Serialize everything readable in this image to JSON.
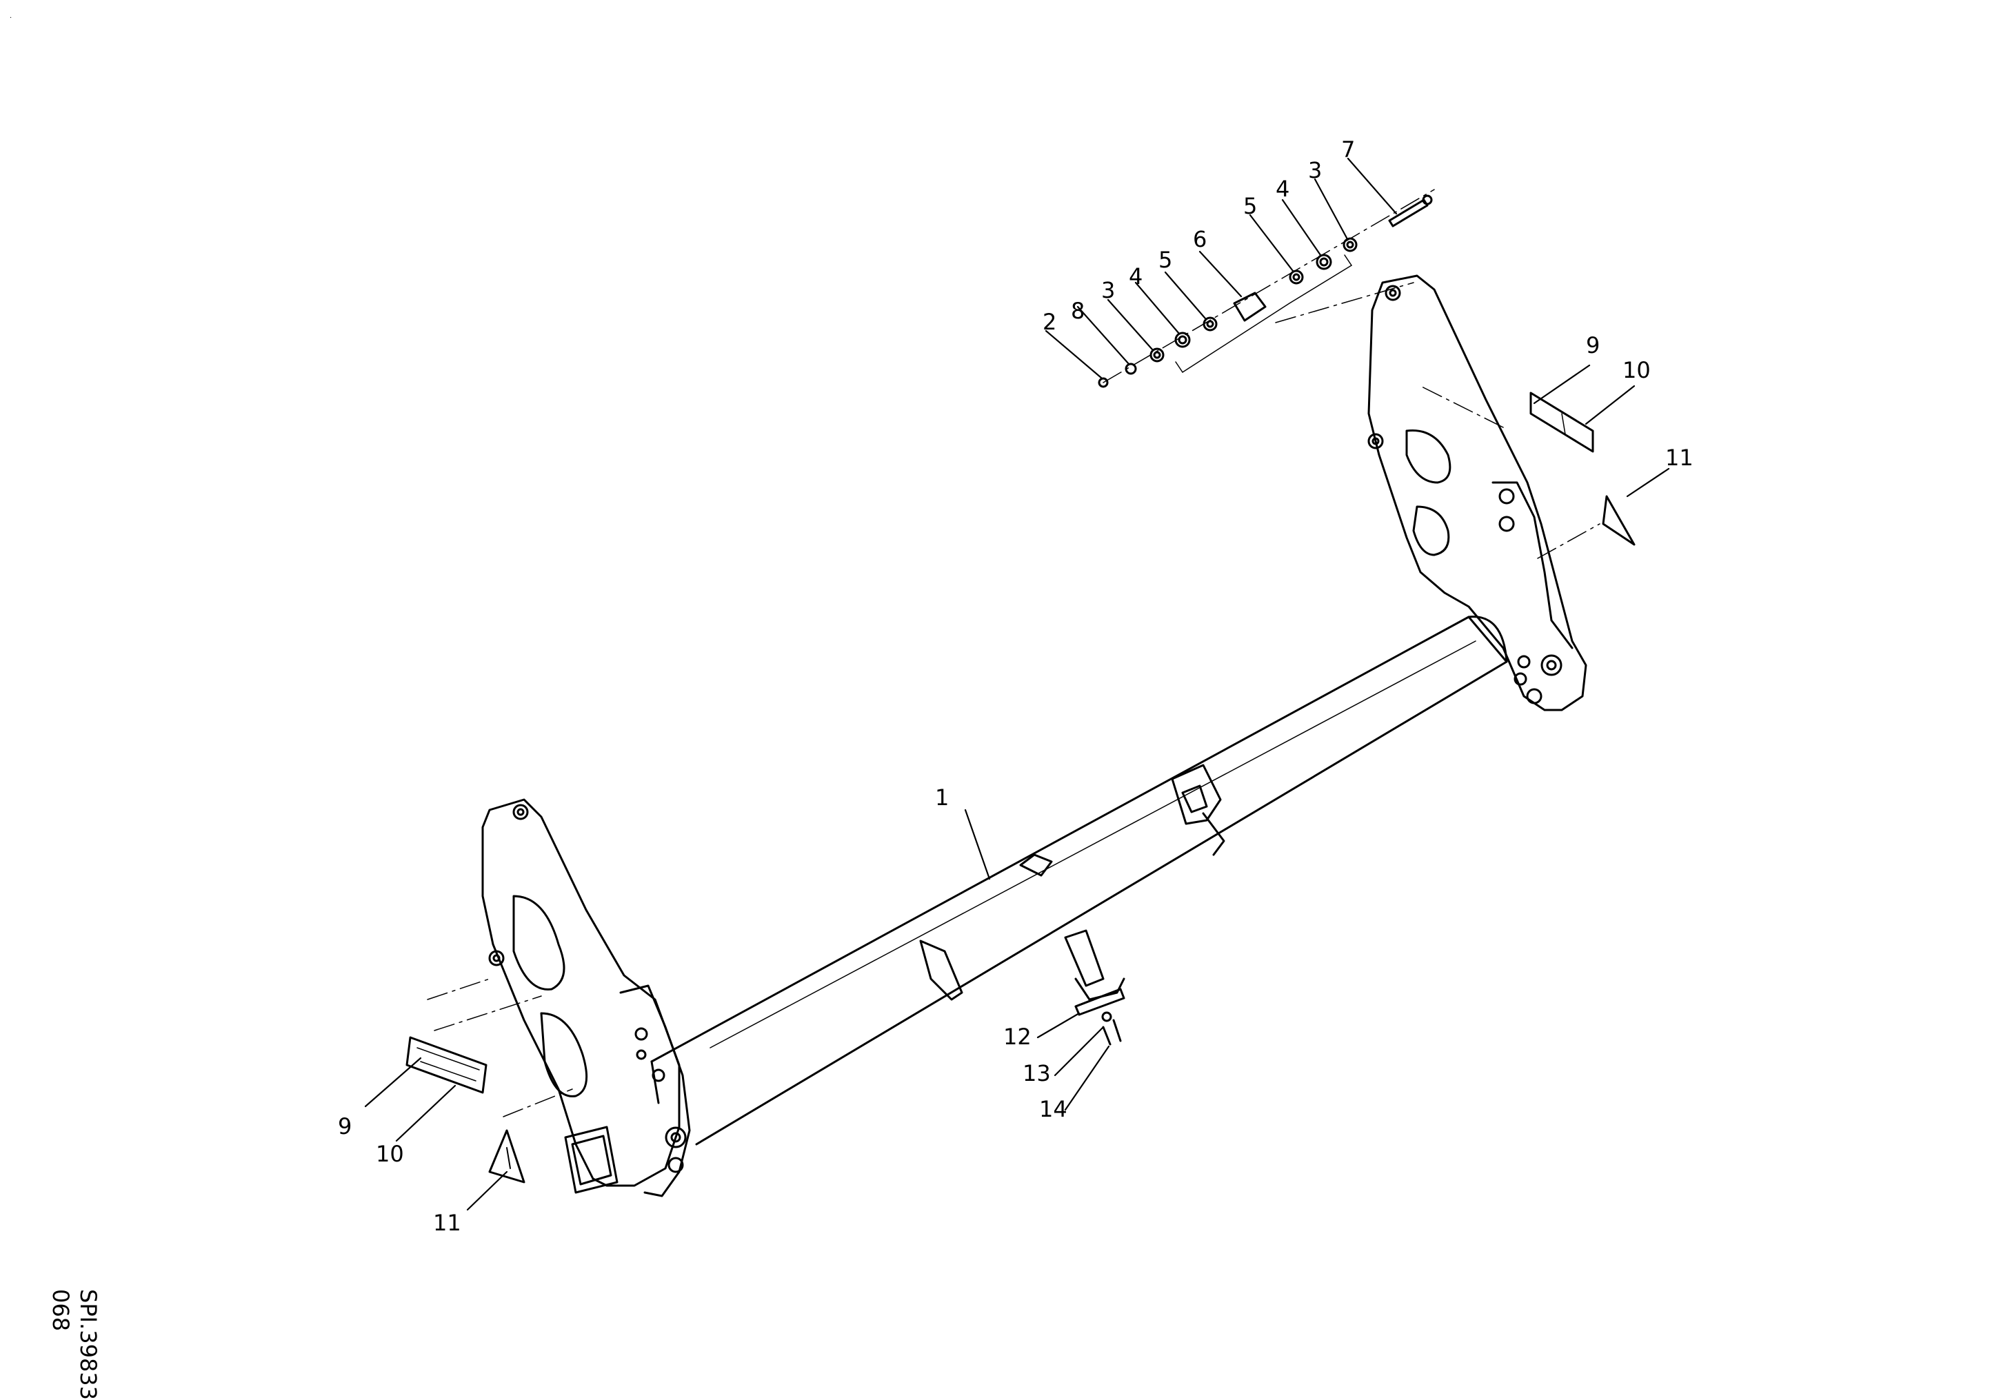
{
  "drawing": {
    "code_line1": "SPI.39833",
    "code_line2": "068",
    "corner_mark": "."
  },
  "callouts": {
    "c1": "1",
    "c2": "2",
    "c3a": "3",
    "c3b": "3",
    "c4a": "4",
    "c4b": "4",
    "c5a": "5",
    "c5b": "5",
    "c6": "6",
    "c7": "7",
    "c8": "8",
    "c9a": "9",
    "c9b": "9",
    "c10a": "10",
    "c10b": "10",
    "c11a": "11",
    "c11b": "11",
    "c12": "12",
    "c13": "13",
    "c14": "14"
  },
  "colors": {
    "line": "#000000",
    "background": "#ffffff"
  }
}
